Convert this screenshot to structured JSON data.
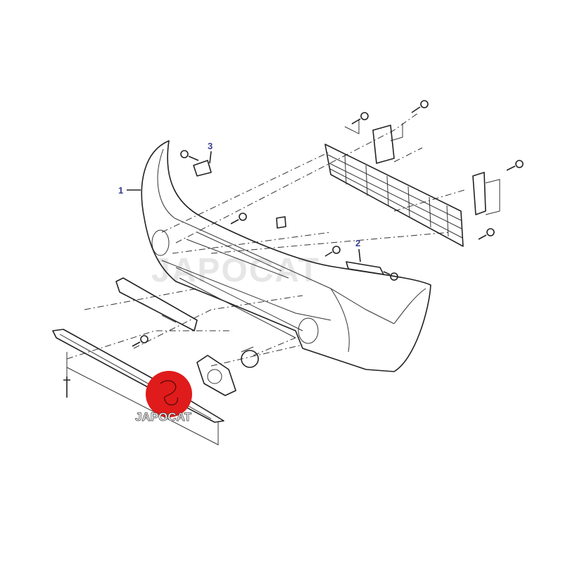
{
  "diagram": {
    "callouts": [
      {
        "number": "1",
        "part": "front-bumper-cover"
      },
      {
        "number": "2",
        "part": "side-bracket"
      },
      {
        "number": "3",
        "part": "upper-bracket"
      }
    ],
    "watermark": "JAPOCAT",
    "logo_text": "JAPOCAT",
    "colors": {
      "logo_red": "#e01b1b",
      "callout_blue": "#3a3f8f",
      "line": "#222222"
    }
  }
}
